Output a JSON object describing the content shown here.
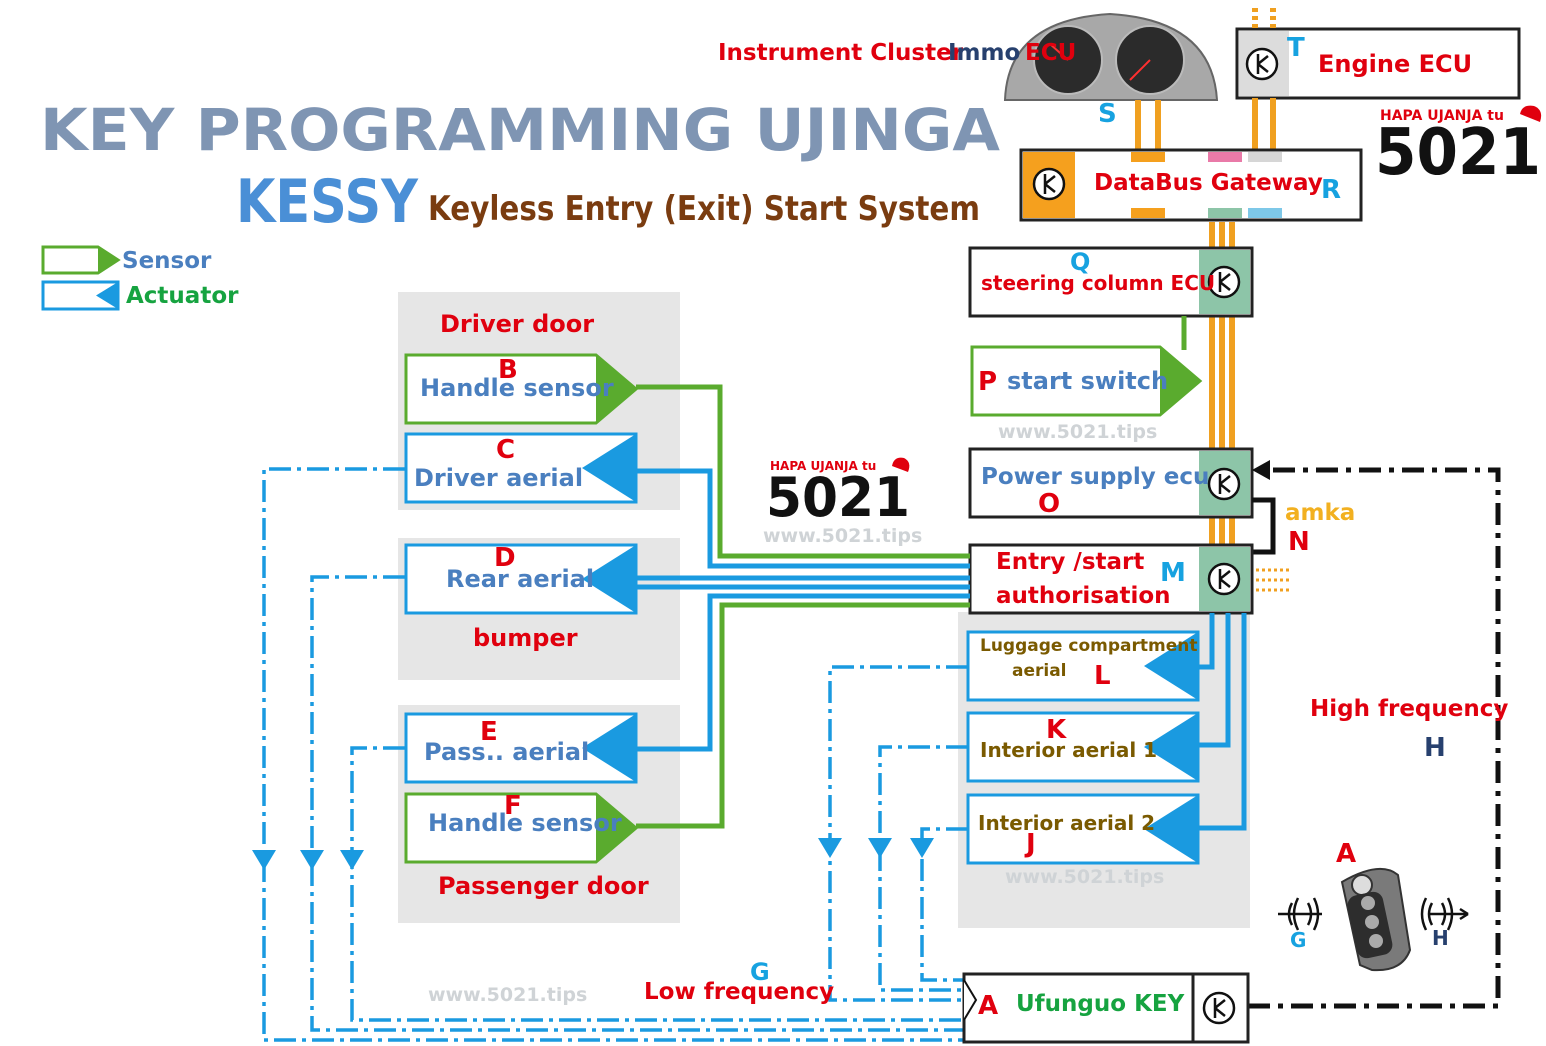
{
  "title": "KEY PROGRAMMING UJINGA",
  "subtitle_big": "KESSY",
  "subtitle_small": "Keyless Entry (Exit) Start System",
  "legend": {
    "sensor": "Sensor",
    "actuator": "Actuator"
  },
  "cluster": {
    "label_a": "Instrument Cluster",
    "label_b": "Immo",
    "label_c": "ECU",
    "letter": "S"
  },
  "engine": {
    "label": "Engine ECU",
    "letter": "T"
  },
  "gateway": {
    "label": "DataBus Gateway",
    "letter": "R"
  },
  "steering": {
    "label": "steering column ECU",
    "letter": "Q"
  },
  "start_switch": {
    "label": "start switch",
    "letter": "P"
  },
  "power": {
    "label": "Power supply ecu",
    "letter": "O"
  },
  "amka": {
    "label": "amka",
    "letter": "N"
  },
  "entry": {
    "line1": "Entry /start",
    "line2": "authorisation",
    "letter": "M"
  },
  "luggage": {
    "line1": "Luggage compartment",
    "line2": "aerial",
    "letter": "L"
  },
  "interior1": {
    "label": "Interior aerial 1",
    "letter": "K"
  },
  "interior2": {
    "label": "Interior aerial 2",
    "letter": "J"
  },
  "driver_door": {
    "title": "Driver door",
    "handle": {
      "label": "Handle sensor",
      "letter": "B"
    },
    "aerial": {
      "label": "Driver  aerial",
      "letter": "C"
    }
  },
  "bumper": {
    "title": "bumper",
    "aerial": {
      "label": "Rear aerial",
      "letter": "D"
    }
  },
  "passenger_door": {
    "title": "Passenger door",
    "aerial": {
      "label": "Pass..  aerial",
      "letter": "E"
    },
    "handle": {
      "label": "Handle sensor",
      "letter": "F"
    }
  },
  "key": {
    "label": "Ufunguo KEY",
    "letter": "A"
  },
  "low_freq": {
    "label": "Low frequency",
    "letter": "G"
  },
  "high_freq": {
    "label": "High frequency",
    "letter": "H"
  },
  "fob": {
    "letter": "A",
    "g": "G",
    "h": "H"
  },
  "watermark": "www.5021.tips",
  "logo": {
    "small": "HAPA UJANJA tu",
    "big": "5021"
  },
  "colors": {
    "sensor_green": "#5aab2e",
    "actuator_blue": "#1a9ae0",
    "bus_orange": "#f0a020",
    "connector_teal": "#8dc5a8",
    "gateway_orange": "#f5a01e",
    "label_red": "#e0000e"
  }
}
